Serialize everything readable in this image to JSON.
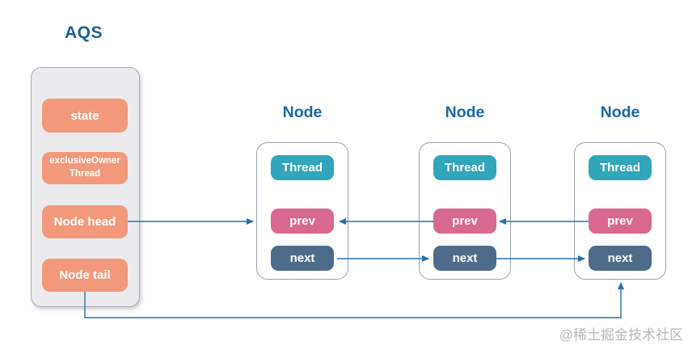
{
  "colors": {
    "title_blue": "#1d5f99",
    "node_title_blue": "#1769a8",
    "field_orange": "#f2997b",
    "thread_teal": "#31a5ba",
    "prev_pink": "#d96890",
    "next_slate": "#4e6c8a",
    "arrow_blue": "#2470ad",
    "panel_fill": "#ebebee",
    "panel_border": "#a5aab4",
    "node_border": "#98a1ac",
    "watermark_gray": "#b8b8b8",
    "label_white": "#ffffff"
  },
  "diagram": {
    "aqs": {
      "title": "AQS",
      "fields": [
        {
          "label": "state"
        },
        {
          "label": "exclusiveOwner Thread"
        },
        {
          "label": "Node head"
        },
        {
          "label": "Node tail"
        }
      ]
    },
    "nodes": [
      {
        "title": "Node",
        "fields": {
          "thread": "Thread",
          "prev": "prev",
          "next": "next"
        }
      },
      {
        "title": "Node",
        "fields": {
          "thread": "Thread",
          "prev": "prev",
          "next": "next"
        }
      },
      {
        "title": "Node",
        "fields": {
          "thread": "Thread",
          "prev": "prev",
          "next": "next"
        }
      }
    ],
    "connections": [
      {
        "from": "aqs-node-head",
        "to": "node-1-container-left"
      },
      {
        "from": "node-2-prev",
        "to": "node-1-prev"
      },
      {
        "from": "node-1-next",
        "to": "node-2-next"
      },
      {
        "from": "node-3-prev",
        "to": "node-2-prev"
      },
      {
        "from": "node-2-next",
        "to": "node-3-next"
      },
      {
        "from": "aqs-node-tail",
        "to": "node-3-container-bottom"
      }
    ],
    "watermark": "@稀土掘金技术社区"
  }
}
